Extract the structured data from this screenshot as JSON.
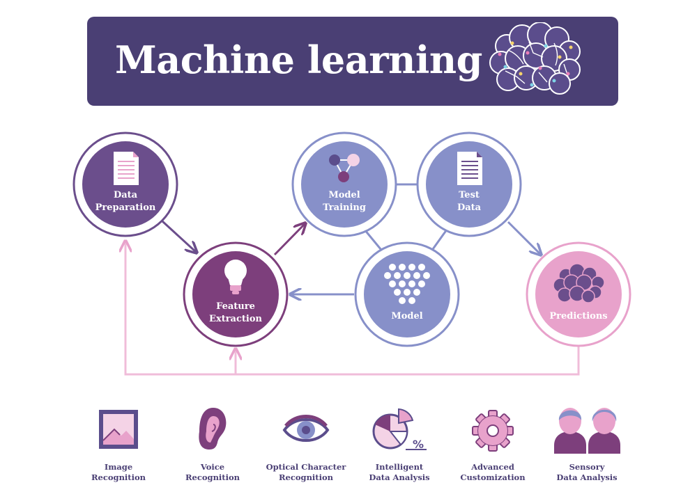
{
  "title": "Machine learning",
  "colors": {
    "banner": "#4a3f74",
    "dark_purple": "#6b4e8c",
    "plum": "#7d3f7c",
    "periwinkle": "#8790c9",
    "pink": "#e8a2cb",
    "pink_light": "#f0bcd9"
  },
  "nodes": {
    "data_preparation": {
      "label": "Data\nPreparation",
      "icon": "document-icon"
    },
    "feature_extraction": {
      "label": "Feature\nExtraction",
      "icon": "lightbulb-icon"
    },
    "model_training": {
      "label": "Model\nTraining",
      "icon": "molecule-icon"
    },
    "test_data": {
      "label": "Test\nData",
      "icon": "document-icon"
    },
    "model": {
      "label": "Model",
      "icon": "neural-network-icon"
    },
    "predictions": {
      "label": "Predictions",
      "icon": "brain-icon"
    }
  },
  "applications": [
    {
      "label": "Image\nRecognition",
      "icon": "image-icon"
    },
    {
      "label": "Voice\nRecognition",
      "icon": "ear-icon"
    },
    {
      "label": "Optical Character\nRecognition",
      "icon": "eye-icon"
    },
    {
      "label": "Intelligent\nData Analysis",
      "icon": "pie-chart-icon"
    },
    {
      "label": "Advanced\nCustomization",
      "icon": "gear-icon"
    },
    {
      "label": "Sensory\nData Analysis",
      "icon": "people-icon"
    }
  ]
}
